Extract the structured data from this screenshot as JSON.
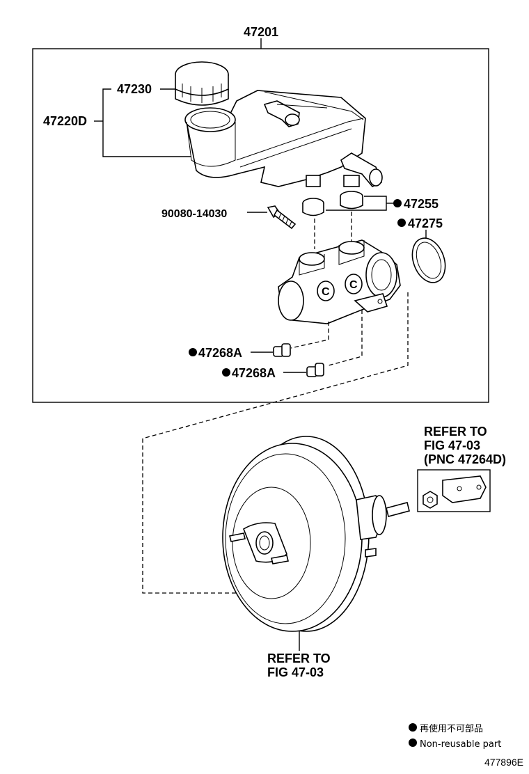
{
  "parts": {
    "master_cylinder_assy": "47201",
    "reservoir_cap": "47230",
    "reservoir_sub_assy": "47220D",
    "reservoir_grommet": "47255",
    "o_ring": "47275",
    "screw": "90080-14030",
    "plug_upper": "47268A",
    "plug_lower": "47268A"
  },
  "references": {
    "clevis": {
      "line1": "REFER TO",
      "line2": "FIG 47-03",
      "line3": "(PNC 47264D)"
    },
    "booster": {
      "line1": "REFER TO",
      "line2": "FIG 47-03"
    }
  },
  "legend": {
    "jp": "再使用不可部品",
    "en": "Non-reusable part"
  },
  "figure_id": "477896E"
}
